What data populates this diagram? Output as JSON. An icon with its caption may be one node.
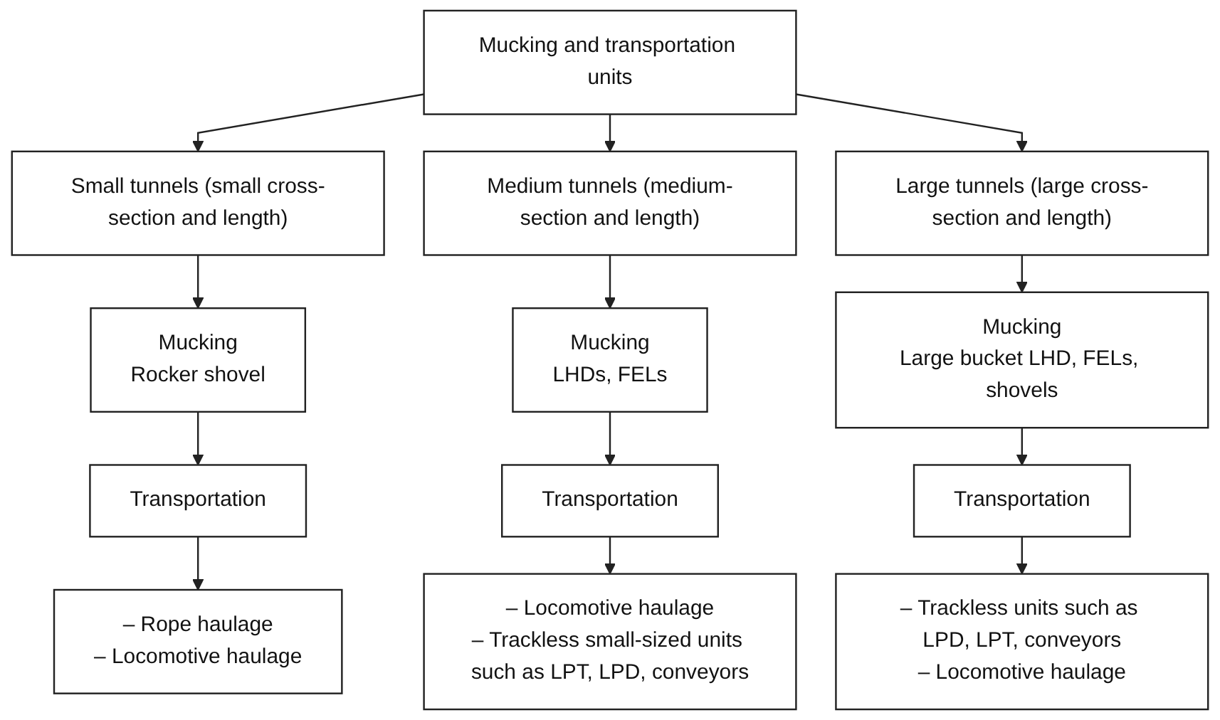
{
  "diagram": {
    "nodes": [
      {
        "text": [
          "Mucking and transportation units"
        ]
      },
      {
        "text": [
          "Small tunnels (small cross-section and length)"
        ]
      },
      {
        "text": [
          "Medium tunnels (medium-section and length)"
        ]
      },
      {
        "text": [
          "Large tunnels (large cross-section and length)"
        ]
      },
      {
        "text": [
          "Mucking",
          "Rocker shovel"
        ]
      },
      {
        "text": [
          "Mucking",
          "LHDs, FELs"
        ]
      },
      {
        "text": [
          "Mucking",
          "Large bucket LHD, FELs, shovels"
        ]
      },
      {
        "text": [
          "Transportation"
        ]
      },
      {
        "text": [
          "Transportation"
        ]
      },
      {
        "text": [
          "Transportation"
        ]
      },
      {
        "text": [
          "– Rope haulage",
          "– Locomotive haulage"
        ]
      },
      {
        "text": [
          "– Locomotive haulage",
          "– Trackless small-sized units such as LPT, LPD, conveyors"
        ]
      },
      {
        "text": [
          "– Trackless units such as LPD, LPT, conveyors",
          "– Locomotive haulage"
        ]
      }
    ],
    "edges": [
      {
        "from": 0,
        "to": 1,
        "arrow": "to"
      },
      {
        "from": 0,
        "to": 2,
        "arrow": "to"
      },
      {
        "from": 0,
        "to": 3,
        "arrow": "to"
      },
      {
        "from": 1,
        "to": 4,
        "arrow": "to"
      },
      {
        "from": 2,
        "to": 5,
        "arrow": "to"
      },
      {
        "from": 3,
        "to": 6,
        "arrow": "to"
      },
      {
        "from": 4,
        "to": 7,
        "arrow": "to"
      },
      {
        "from": 5,
        "to": 8,
        "arrow": "to"
      },
      {
        "from": 6,
        "to": 9,
        "arrow": "to"
      },
      {
        "from": 7,
        "to": 10,
        "arrow": "to"
      },
      {
        "from": 8,
        "to": 11,
        "arrow": "to"
      },
      {
        "from": 9,
        "to": 12,
        "arrow": "to"
      }
    ]
  }
}
